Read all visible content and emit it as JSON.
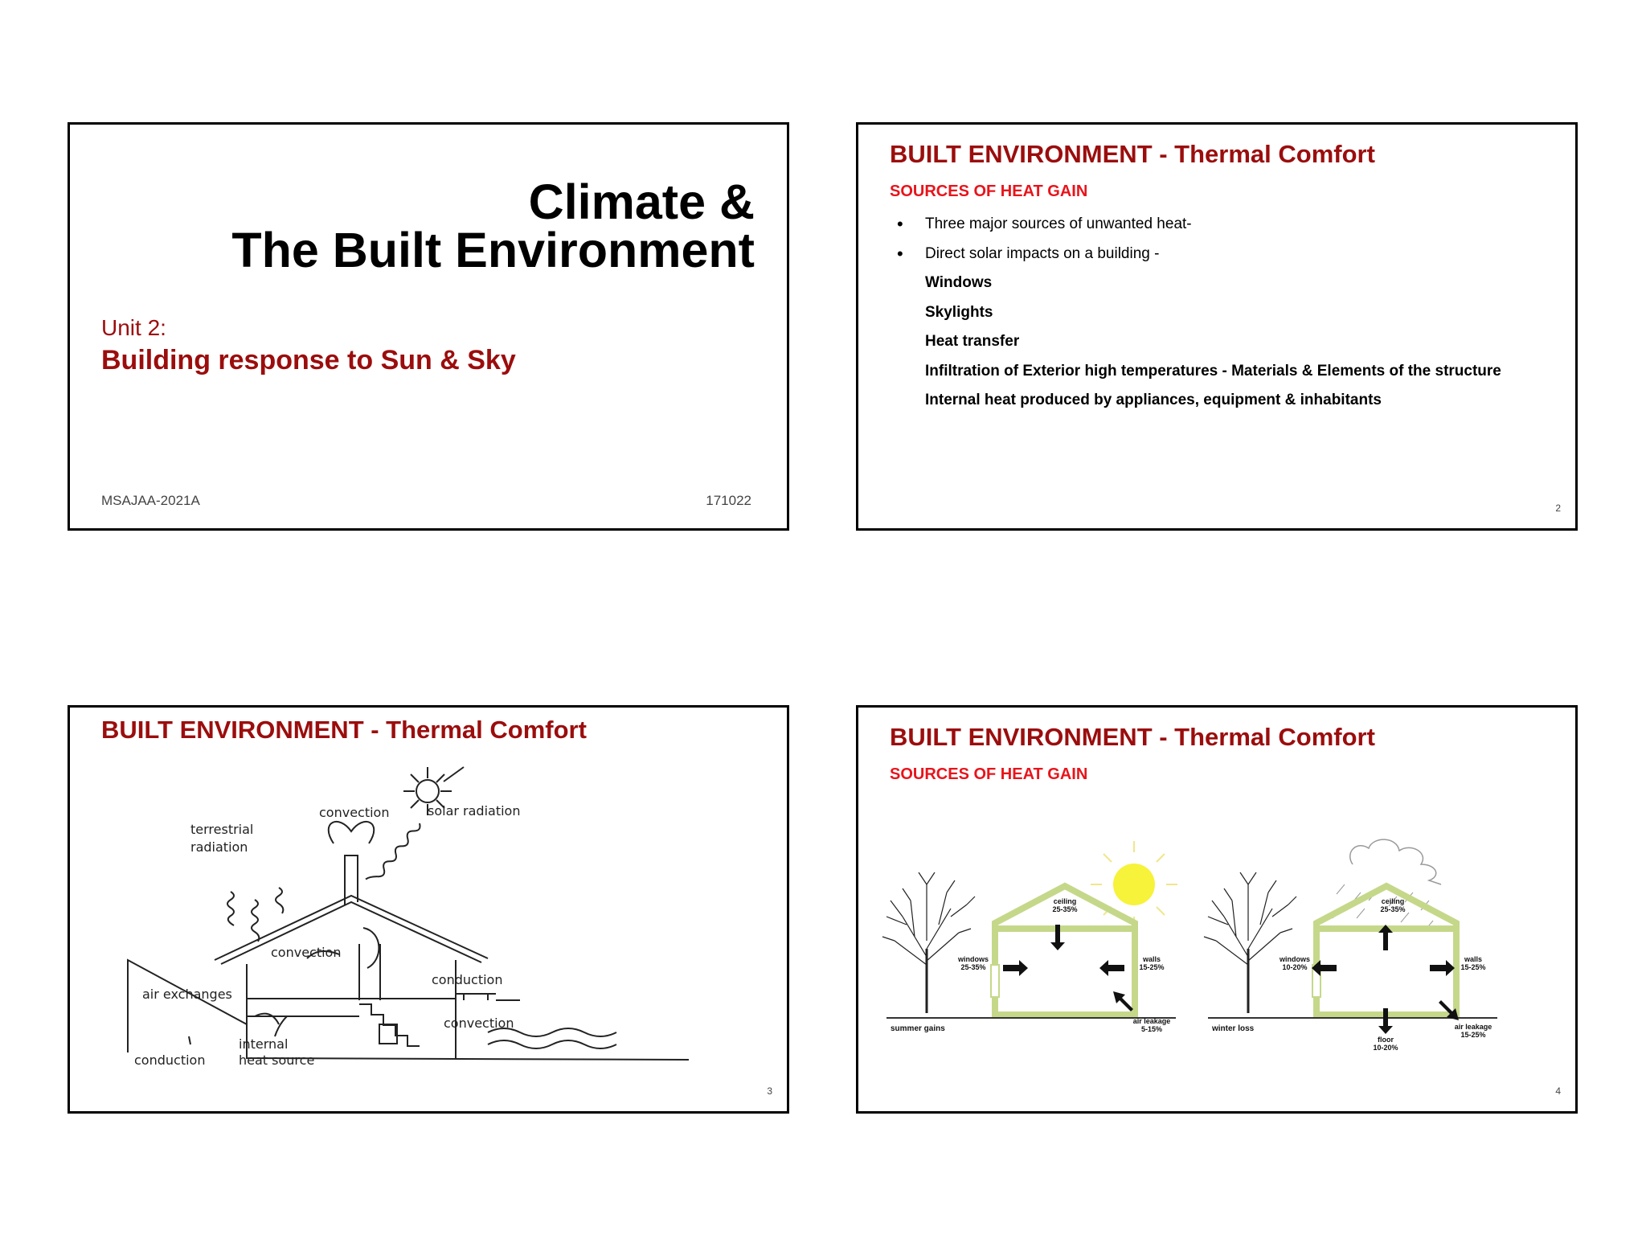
{
  "slide1": {
    "title_line1": "Climate &",
    "title_line2": "The Built Environment",
    "unit": "Unit 2:",
    "subtitle": "Building response to Sun & Sky",
    "course_code": "MSAJAA-2021A",
    "date_code": "171022"
  },
  "slide2": {
    "title": "BUILT ENVIRONMENT - Thermal Comfort",
    "heading": "SOURCES OF HEAT GAIN",
    "bullets": [
      "Three major sources of unwanted heat-",
      "Direct solar impacts on a building -"
    ],
    "items": [
      "Windows",
      "Skylights",
      "Heat transfer",
      "Infiltration of Exterior high temperatures - Materials & Elements of the structure",
      "Internal heat produced by appliances, equipment & inhabitants"
    ],
    "page_number": "2"
  },
  "slide3": {
    "title": "BUILT ENVIRONMENT - Thermal Comfort",
    "labels": {
      "convection_top": "convection",
      "solar_radiation": "solar radiation",
      "terrestrial_1": "terrestrial",
      "terrestrial_2": "radiation",
      "convection_inner": "convection",
      "air_exchanges": "air exchanges",
      "conduction_right": "conduction",
      "convection_right": "convection",
      "conduction_left": "conduction",
      "internal_1": "internal",
      "internal_2": "heat source"
    },
    "page_number": "3"
  },
  "slide4": {
    "title": "BUILT ENVIRONMENT - Thermal Comfort",
    "heading": "SOURCES OF HEAT GAIN",
    "summer": {
      "caption": "summer gains",
      "ceiling": "ceiling",
      "ceiling_pct": "25-35%",
      "windows": "windows",
      "windows_pct": "25-35%",
      "walls": "walls",
      "walls_pct": "15-25%",
      "air": "air leakage",
      "air_pct": "5-15%"
    },
    "winter": {
      "caption": "winter loss",
      "ceiling": "ceiling",
      "ceiling_pct": "25-35%",
      "windows": "windows",
      "windows_pct": "10-20%",
      "walls": "walls",
      "walls_pct": "15-25%",
      "floor": "floor",
      "floor_pct": "10-20%",
      "air": "air leakage",
      "air_pct": "15-25%"
    },
    "page_number": "4"
  },
  "colors": {
    "title_red": "#9b0d0d",
    "heading_red": "#e8141b",
    "house_green": "#c5d88a",
    "sun_yellow": "#f7f23a"
  }
}
